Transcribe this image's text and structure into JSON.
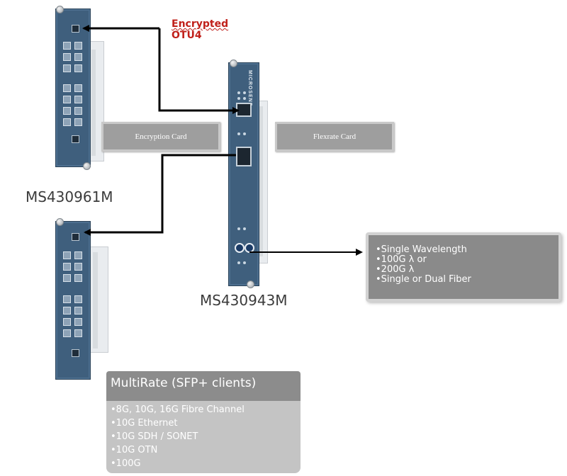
{
  "labels": {
    "encrypted_line1": "Encrypted",
    "encrypted_line2": "OTU4",
    "encryption_card": "Encryption Card",
    "flexrate_card": "Flexrate Card",
    "model_top": "MS430961M",
    "model_center": "MS430943M"
  },
  "card_branding": {
    "center_brand": "MICROSENS"
  },
  "wavelength_box": {
    "items": [
      "•Single Wavelength",
      "•100G λ or",
      "•200G λ",
      "•Single or Dual Fiber"
    ]
  },
  "multirate_box": {
    "title": "MultiRate (SFP+ clients)",
    "items": [
      "•8G, 10G, 16G Fibre Channel",
      "•10G Ethernet",
      "•10G SDH / SONET",
      "•10G OTN",
      "•100G"
    ]
  },
  "colors": {
    "card_blue": "#3f5f7d",
    "label_gray": "#9e9e9e",
    "encrypted_red": "#c0201a",
    "connector_black": "#000000"
  }
}
